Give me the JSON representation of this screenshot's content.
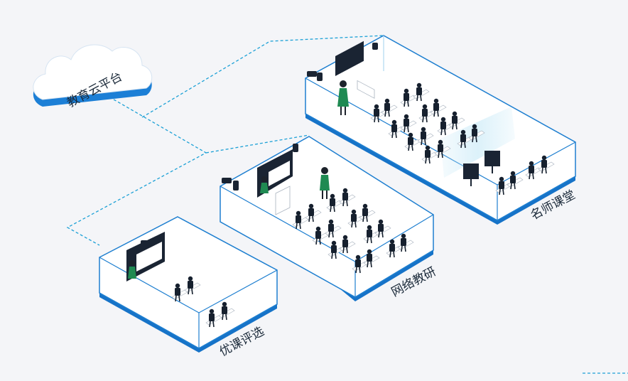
{
  "cloud": {
    "label": "教育云平台"
  },
  "rooms": [
    {
      "id": "excellent-lesson",
      "label": "优课评选"
    },
    {
      "id": "network-research",
      "label": "网络教研"
    },
    {
      "id": "master-classroom",
      "label": "名师课堂"
    }
  ],
  "colors": {
    "background": "#f4f5f8",
    "line": "#1da1d6",
    "room_border": "#1e7fd0",
    "room_fill": "#ffffff",
    "room_base": "#1673c8",
    "cloud_fill": "#ffffff",
    "cloud_edge": "#1c7fd6",
    "screen_dark": "#1a2433",
    "student": "#16202e",
    "teacher_dress": "#1f8a52",
    "desk": "#ffffff"
  },
  "icons": [
    "cloud-icon",
    "camera-icon",
    "smart-board-icon",
    "student-icon",
    "teacher-icon",
    "desk-icon"
  ]
}
